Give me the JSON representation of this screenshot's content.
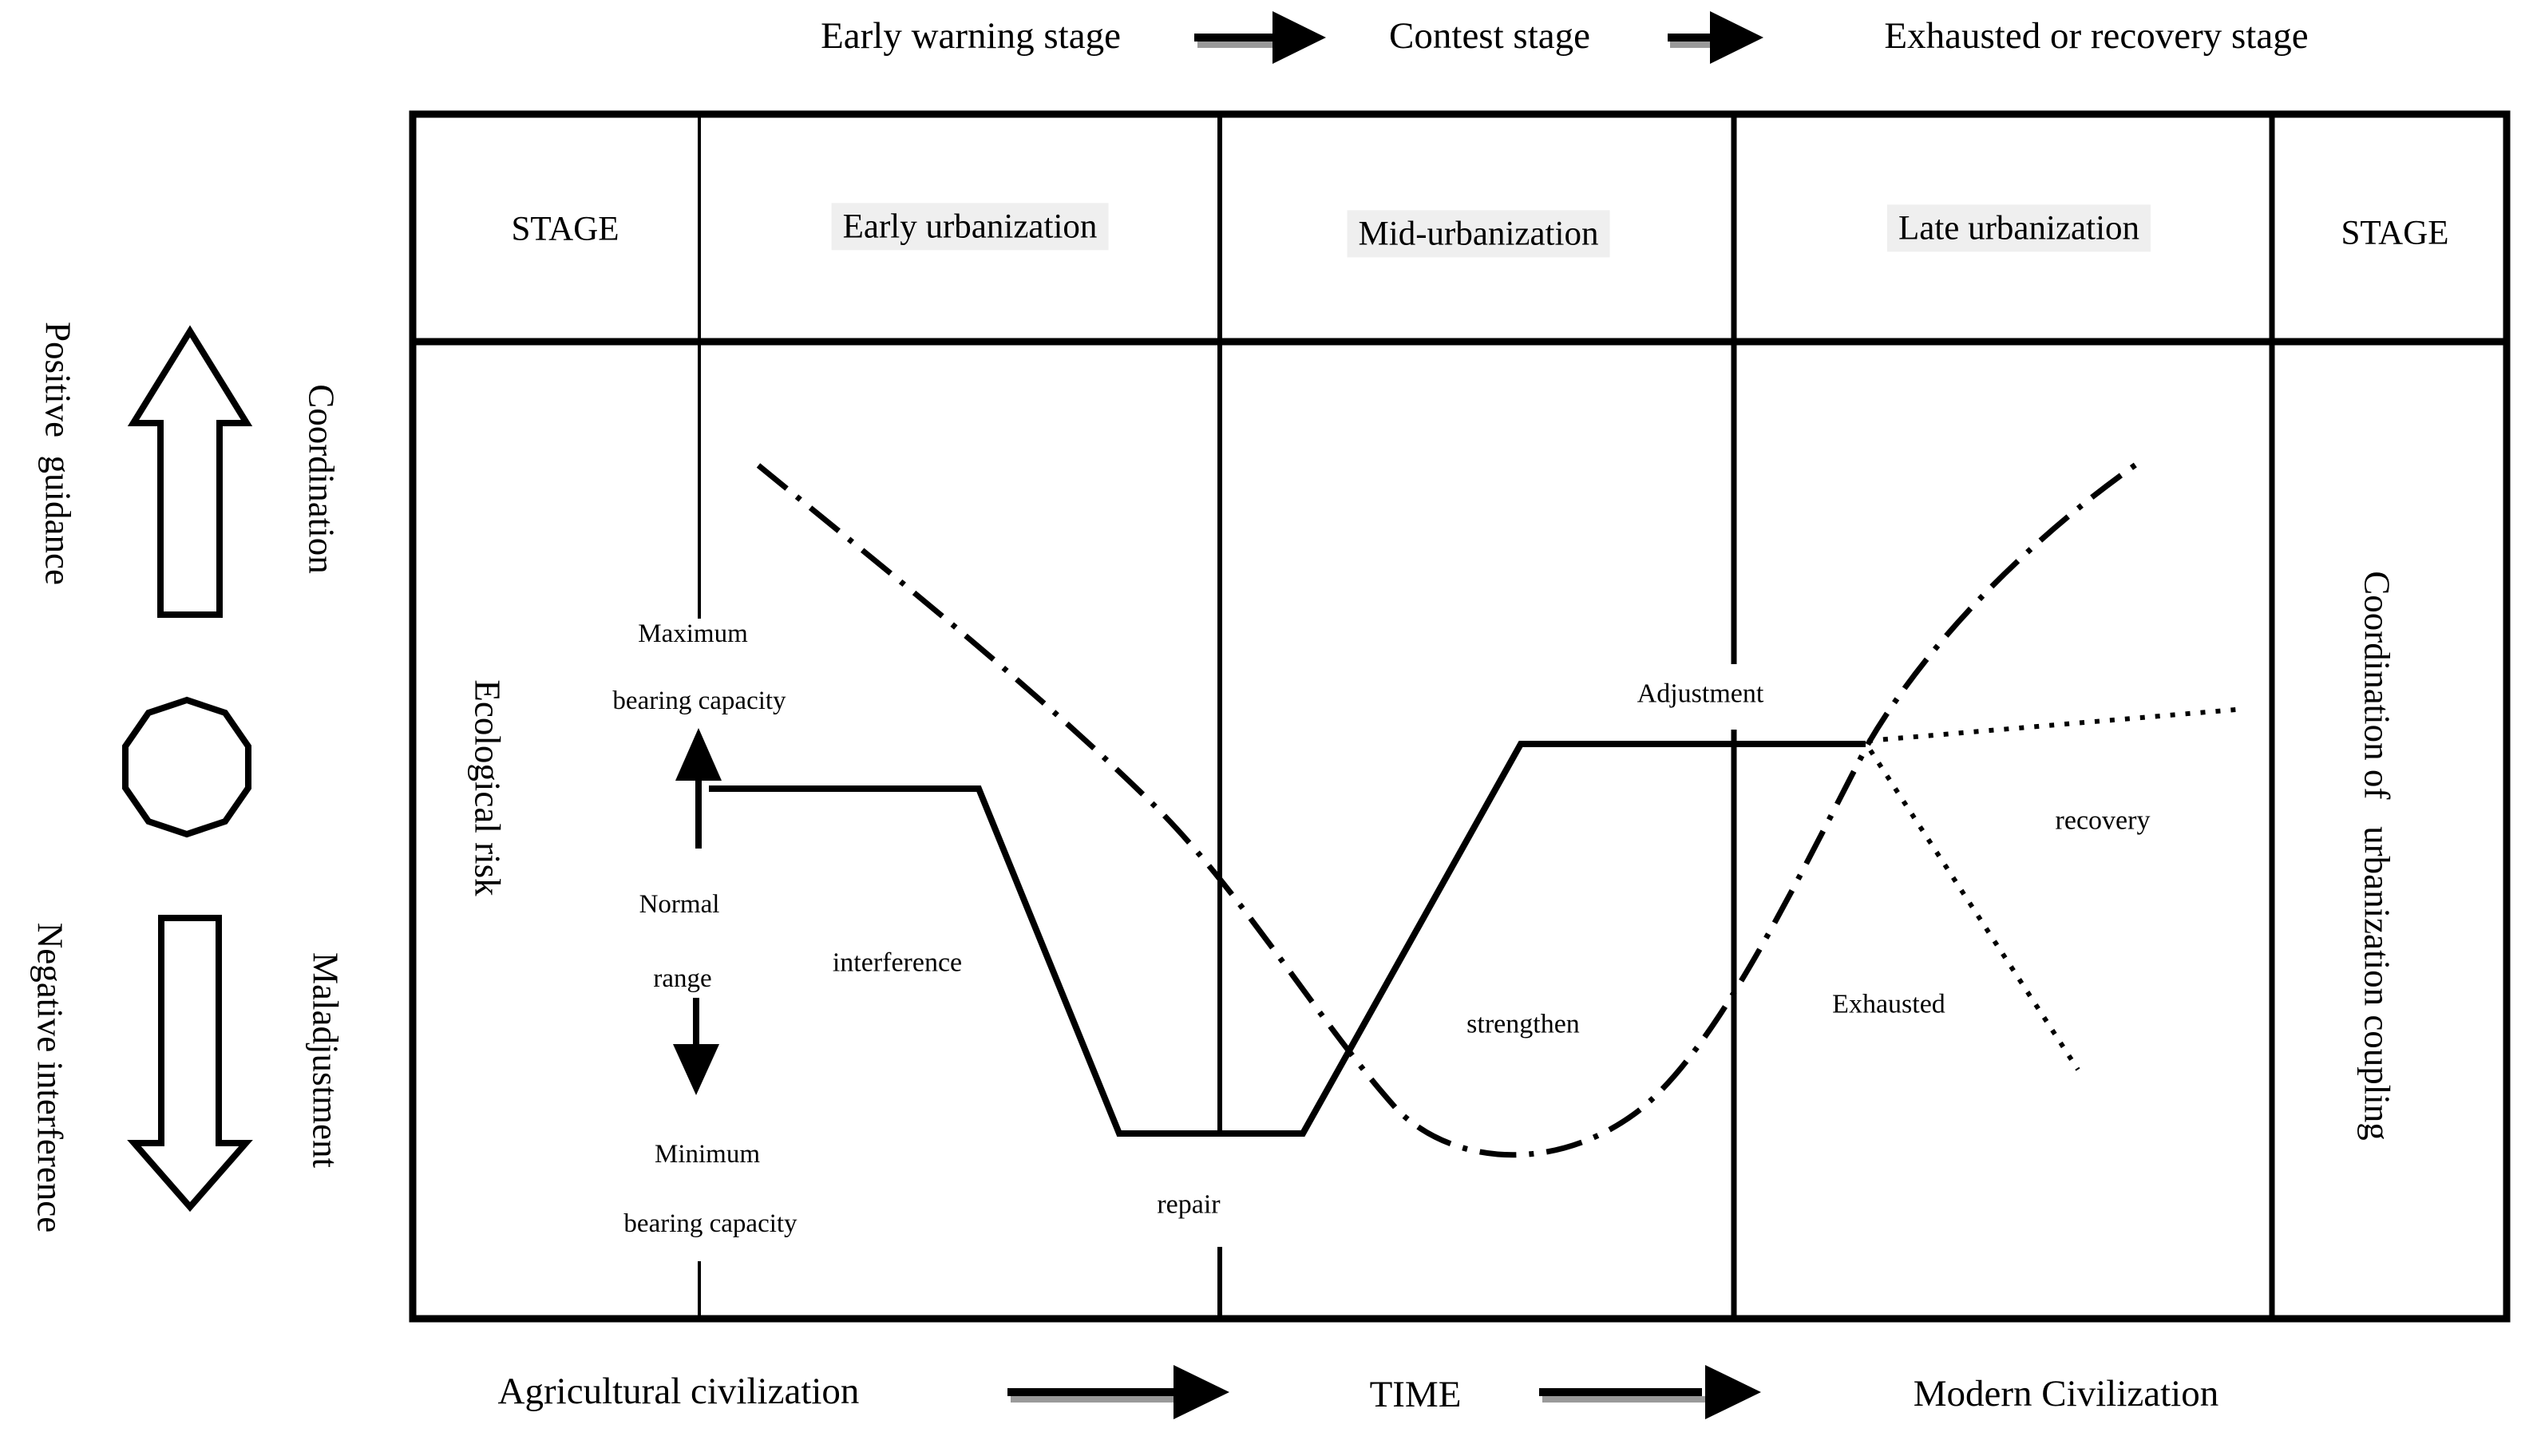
{
  "figure": {
    "top_flow": {
      "early_warning": "Early warning stage",
      "contest": "Contest stage",
      "exhausted_recovery": "Exhausted or recovery stage"
    },
    "header": {
      "stage_left": "STAGE",
      "early": "Early urbanization",
      "mid": "Mid-urbanization",
      "late": "Late urbanization",
      "stage_right": "STAGE"
    },
    "left_margin": {
      "positive_guidance": "Positive  guidance",
      "coordination": "Coordination",
      "negative_interference": "Negative interference",
      "maladjustment": "Maladjustment"
    },
    "risk_axis": {
      "ecological_risk": "Ecological risk",
      "maximum": "Maximum",
      "maximum_capacity": "bearing capacity",
      "normal": "Normal",
      "range": "range",
      "minimum": "Minimum",
      "minimum_capacity": "bearing capacity"
    },
    "curve_labels": {
      "interference": "interference",
      "repair": "repair",
      "strengthen": "strengthen",
      "adjustment": "Adjustment",
      "exhausted": "Exhausted",
      "recovery": "recovery"
    },
    "right_margin": {
      "coupling": "Coordination of   urbanization coupling"
    },
    "bottom_flow": {
      "agricultural": "Agricultural civilization",
      "time": "TIME",
      "modern": "Modern Civilization"
    },
    "colors": {
      "ink": "#000000",
      "header_highlight": "#efefef",
      "arrow_shadow": "#9a9a9a",
      "background": "#ffffff"
    }
  }
}
